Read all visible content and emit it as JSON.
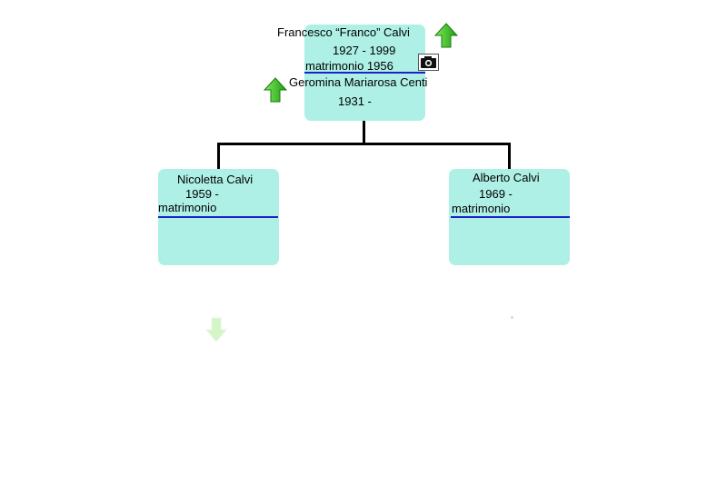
{
  "root_family": {
    "person1": {
      "name": "Francesco “Franco” Calvi",
      "dates": "1927 - 1999"
    },
    "marriage": "matrimonio 1956",
    "person2": {
      "name": "Geromina Mariarosa Centi",
      "dates": "1931 -"
    },
    "photo_icon": "camera-icon",
    "parent_arrow_icon": "green-up-arrow-icon"
  },
  "children": [
    {
      "name": "Nicoletta Calvi",
      "dates": "1959 -",
      "marriage": "matrimonio"
    },
    {
      "name": "Alberto Calvi",
      "dates": "1969 -",
      "marriage": "matrimonio"
    }
  ],
  "colors": {
    "card": "#aef0e5",
    "marriage_rule": "#1c22c8",
    "arrow": "#3cc21e",
    "connector": "#000000"
  }
}
